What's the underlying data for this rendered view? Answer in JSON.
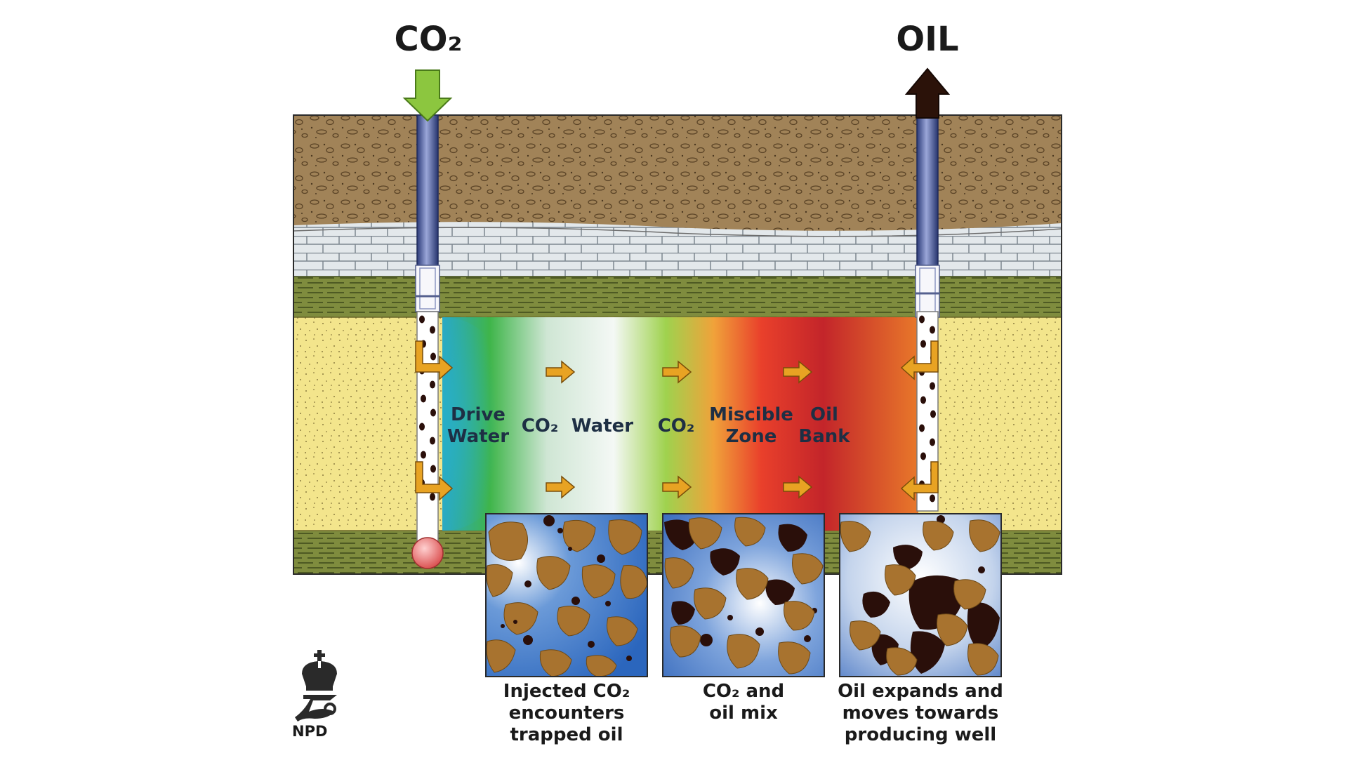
{
  "inlet": {
    "label": "CO₂"
  },
  "outlet": {
    "label": "OIL"
  },
  "zones": [
    {
      "id": "drive-water",
      "label": "Drive\nWater"
    },
    {
      "id": "co2-1",
      "label": "CO₂"
    },
    {
      "id": "water",
      "label": "Water"
    },
    {
      "id": "co2-2",
      "label": "CO₂"
    },
    {
      "id": "miscible-zone",
      "label": "Miscible\nZone"
    },
    {
      "id": "oil-bank",
      "label": "Oil\nBank"
    }
  ],
  "captions": [
    "Injected CO₂\nencounters\ntrapped oil",
    "CO₂ and\noil mix",
    "Oil expands and\nmoves towards\nproducing well"
  ],
  "logo": {
    "text": "NPD"
  },
  "colors": {
    "injection_arrow": "#8cc63f",
    "oil_arrow": "#2b1209",
    "flow_arrow": "#e8a323",
    "topsoil": "#a0845a",
    "limestone": "#dfe6ea",
    "shale": "#7d8b3c",
    "sandstone": "#f2e48a",
    "oil_droplet": "#2a0f0a",
    "rock_grain": "#a8732f",
    "co2_blue": "#2d6fc4"
  }
}
